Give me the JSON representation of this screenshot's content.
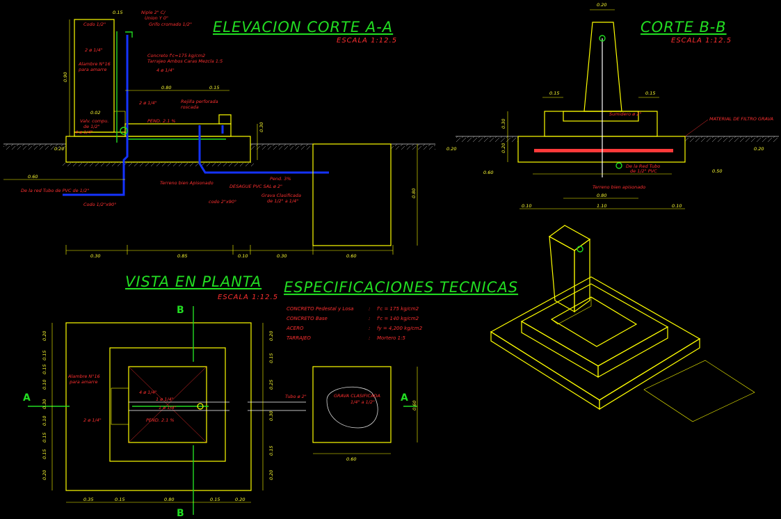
{
  "titles": {
    "elevacion": "ELEVACION CORTE A-A",
    "elevacion_scale": "ESCALA 1:12.5",
    "corte_bb": "CORTE B-B",
    "corte_bb_scale": "ESCALA 1:12.5",
    "planta": "VISTA EN PLANTA",
    "planta_scale": "ESCALA 1:12.5",
    "especificaciones": "ESPECIFICACIONES TECNICAS"
  },
  "elevacion_notes": {
    "codo_top": "Codo 1/2\"",
    "niple": "Niple 2\" C/",
    "union": "Union Y 0\"",
    "grifo": "Grifo cromado 1/2\"",
    "fierro_2": "2 ø 1/4\"",
    "alambre": "Alambre N°16",
    "alambre2": "para amarre",
    "concreto": "Concreto f'c=175 kg/cm2",
    "tarrajeo": "Tarrajeo Ambos Caras Mezcla 1:5",
    "fierro_4": "4 ø 1/4\"",
    "fierro_2b": "2 ø 1/4\"",
    "rejilla": "Rejilla perforada",
    "rejilla2": "roscada",
    "valv": "Valv. compu.",
    "valv2": "de 1/2\"",
    "fierro_4b": "4 ø 1/4\"",
    "pend": "PEND. 2.1 %",
    "terreno": "Terreno bien Apisonado",
    "desague": "DESAGUE PVC SAL ø 2\"",
    "codo_2": "codo 2\"x90°",
    "pend3": "Pend. 3%",
    "grava": "Grava Clasificada",
    "grava2": "de 1/2\" a 1/4\"",
    "tubo_pvc": "De la red Tubo de PVC de 1/2\"",
    "codo_bottom": "Codo 1/2\"x90°"
  },
  "elevacion_dims": {
    "d_top": "0.15",
    "d_90": "0.90",
    "d_80": "0.80",
    "d_15": "0.15",
    "d_02": "0.02",
    "d_20a": "0.20",
    "d_30": "0.30",
    "d_left": "0.60",
    "d_right": "0.80",
    "bottom": [
      "0.30",
      "0.85",
      "0.10",
      "0.30",
      "0.60"
    ]
  },
  "corte_notes": {
    "sumidero": "Sumidero ø 2\"",
    "material": "MATERIAL DE FILTRO GRAVA",
    "red_tubo": "De la Red Tubo",
    "red_tubo2": "de 1/2\" PVC",
    "terreno": "Terreno bien apisonado"
  },
  "corte_dims": {
    "top": "0.20",
    "left15": "0.15",
    "right15": "0.15",
    "v30": "0.30",
    "v20": "0.20",
    "left20": "0.20",
    "right20": "0.20",
    "d60": "0.60",
    "d50": "0.50",
    "d80": "0.80",
    "bot_left": "0.10",
    "bot_mid": "1.10",
    "bot_right": "0.10"
  },
  "planta_notes": {
    "alambre": "Alambre N°16",
    "alambre2": "para amarre",
    "fierro1": "4 ø 1/4\"",
    "fierro2": "1 ø 1/4\"",
    "fierro3": "1 ø 1/4\"",
    "fierro4": "2 ø 1/4\"",
    "pend": "PEND. 2.1 %",
    "tubo": "Tubo ø 2\"",
    "grava": "GRAVA CLASIFICADA",
    "grava2": "1/4\" a 1/2\"",
    "sec_a": "A",
    "sec_b": "B"
  },
  "planta_dims": {
    "left": [
      "0.20",
      "0.15",
      "0.15",
      "0.10",
      "0.30",
      "0.10",
      "0.15",
      "0.15",
      "0.20"
    ],
    "right": [
      "0.20",
      "0.15",
      "0.25",
      "0.30",
      "0.15",
      "0.20"
    ],
    "bottom": [
      "0.35",
      "0.15",
      "0.80",
      "0.15",
      "0.20"
    ],
    "grava_v": "0.60",
    "grava_h": "0.60"
  },
  "specs": [
    {
      "item": "CONCRETO Pedestal y Losa",
      "sep": ":",
      "value": "f'c = 175 kg/cm2"
    },
    {
      "item": "CONCRETO Base",
      "sep": ":",
      "value": "f'c = 140 kg/cm2"
    },
    {
      "item": "ACERO",
      "sep": ":",
      "value": "fy = 4,200 kg/cm2"
    },
    {
      "item": "TARRAJEO",
      "sep": ":",
      "value": "Mortero 1:5"
    }
  ]
}
